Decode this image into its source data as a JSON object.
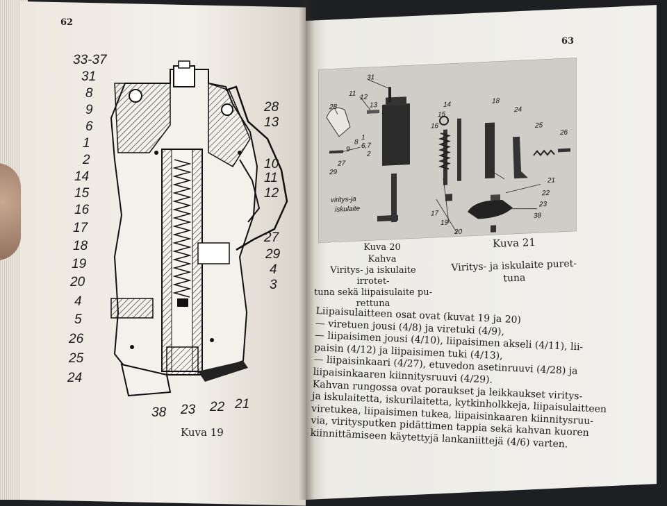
{
  "left_page": {
    "page_number": "62",
    "figure_caption": "Kuva 19",
    "callouts_left": [
      "33-37",
      "31",
      "8",
      "9",
      "6",
      "1",
      "2",
      "14",
      "15",
      "16",
      "17",
      "18",
      "19",
      "20",
      "4",
      "5",
      "26",
      "25",
      "24"
    ],
    "callouts_right": [
      "28",
      "13",
      "10",
      "11",
      "12",
      "27",
      "29",
      "4",
      "3"
    ],
    "callouts_bottom": [
      "38",
      "23",
      "22",
      "21"
    ]
  },
  "right_page": {
    "page_number": "63",
    "fig20": {
      "title": "Kuva 20",
      "subtitle": "Kahva",
      "description": [
        "Viritys- ja iskulaite irrotet-",
        "tuna sekä liipaisulaite pu-",
        "rettuna"
      ],
      "labels": [
        "31",
        "11",
        "12",
        "13",
        "28",
        "8",
        "1",
        "6,7",
        "9",
        "2",
        "27",
        "29",
        "viritys-ja",
        "iskulaite"
      ]
    },
    "fig21": {
      "title": "Kuva 21",
      "description": [
        "Viritys- ja iskulaite puret-",
        "tuna"
      ],
      "labels": [
        "14",
        "15",
        "16",
        "18",
        "24",
        "25",
        "26",
        "21",
        "22",
        "23",
        "38",
        "17",
        "19",
        "20"
      ]
    },
    "paragraph": [
      "Liipaisulaitteen osat ovat (kuvat 19 ja 20)",
      "— viretuen jousi (4/8) ja viretuki (4/9),",
      "— liipaisimen jousi (4/10), liipaisimen akseli (4/11), lii-",
      "paisin (4/12) ja liipaisimen tuki (4/13),",
      "— liipaisinkaari (4/27), etuvedon asetinruuvi (4/28) ja",
      "liipaisinkaaren kiinnitysruuvi (4/29).",
      "Kahvan rungossa ovat poraukset ja leikkaukset viritys-",
      "ja iskulaitetta, iskurilaitetta, kytkinholkkeja, liipaisulaitteen",
      "viretukea, liipaisimen tukea, liipaisinkaaren kiinnitysruu-",
      "via, viritysputken pidättimen tappia sekä kahvan kuoren",
      "kiinnittämiseen käytettyjä lankaniittejä (4/6) varten."
    ]
  }
}
